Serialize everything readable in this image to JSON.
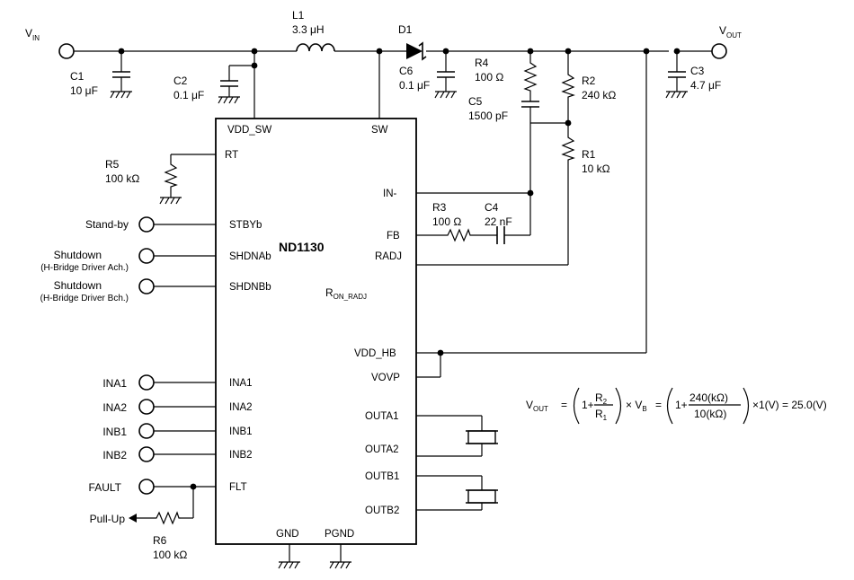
{
  "net_labels": {
    "vin": "V",
    "vin_sub": "IN",
    "vout": "V",
    "vout_sub": "OUT"
  },
  "components": {
    "l1": {
      "ref": "L1",
      "value": "3.3 μH"
    },
    "d1": {
      "ref": "D1"
    },
    "c1": {
      "ref": "C1",
      "value": "10 μF"
    },
    "c2": {
      "ref": "C2",
      "value": "0.1 μF"
    },
    "c6": {
      "ref": "C6",
      "value": "0.1 μF"
    },
    "r4": {
      "ref": "R4",
      "value": "100 Ω"
    },
    "c5": {
      "ref": "C5",
      "value": "1500 pF"
    },
    "r2": {
      "ref": "R2",
      "value": "240 kΩ"
    },
    "r1": {
      "ref": "R1",
      "value": "10 kΩ"
    },
    "c3": {
      "ref": "C3",
      "value": "4.7 μF"
    },
    "r5": {
      "ref": "R5",
      "value": "100 kΩ"
    },
    "r3": {
      "ref": "R3",
      "value": "100 Ω"
    },
    "c4": {
      "ref": "C4",
      "value": "22 nF"
    },
    "r6": {
      "ref": "R6",
      "value": "100 kΩ"
    },
    "ron": {
      "ref": "R",
      "sub": "ON_RADJ"
    }
  },
  "chip": {
    "name": "ND1130",
    "pins_top": [
      "VDD_SW",
      "SW"
    ],
    "pins_left": [
      "RT",
      "STBYb",
      "SHDNAb",
      "SHDNBb",
      "INA1",
      "INA2",
      "INB1",
      "INB2",
      "FLT"
    ],
    "pins_right": [
      "IN-",
      "FB",
      "RADJ",
      "VDD_HB",
      "VOVP",
      "OUTA1",
      "OUTA2",
      "OUTB1",
      "OUTB2"
    ],
    "pins_bottom": [
      "GND",
      "PGND"
    ]
  },
  "external": {
    "standby": "Stand-by",
    "shutdown_a": "Shutdown",
    "shutdown_a_sub": "(H-Bridge Driver Ach.)",
    "shutdown_b": "Shutdown",
    "shutdown_b_sub": "(H-Bridge Driver Bch.)",
    "ina1": "INA1",
    "ina2": "INA2",
    "inb1": "INB1",
    "inb2": "INB2",
    "fault": "FAULT",
    "pullup": "Pull-Up"
  },
  "formula": {
    "lhs": "V",
    "lhs_sub": "OUT",
    "eq1": "=",
    "one1": "1+",
    "r2": "R",
    "r2_sub": "2",
    "r1": "R",
    "r1_sub": "1",
    "times1": "× V",
    "vb_sub": "B",
    "eq2": "=",
    "one2": "1+",
    "num": "240(kΩ)",
    "den": "10(kΩ)",
    "tail": "×1(V) = 25.0(V)"
  }
}
